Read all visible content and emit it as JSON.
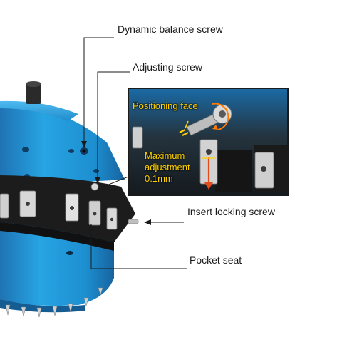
{
  "callouts": {
    "dynamic_balance_screw": "Dynamic balance screw",
    "adjusting_screw": "Adjusting screw",
    "insert_locking_screw": "Insert locking screw",
    "pocket_seat": "Pocket seat"
  },
  "inset": {
    "positioning_face": "Positioning face",
    "maximum": "Maximum",
    "adjustment": "adjustment",
    "value": "0.1mm"
  },
  "colors": {
    "body_blue": "#1e9ad6",
    "body_blue_dark": "#1a6fa8",
    "ring_dark": "#1c1c1c",
    "insert_silver": "#d7d7d7",
    "annotation_yellow": "#ffd200",
    "arrow_orange": "#ff7a00",
    "arrow_red": "#e64b1c",
    "leader_line": "#1a1a1a"
  },
  "icons": [
    "cutter-head-illustration",
    "inset-closeup-photo",
    "double-arrow-icon",
    "adjustment-arrow-icon",
    "rotation-arrow-icon"
  ]
}
